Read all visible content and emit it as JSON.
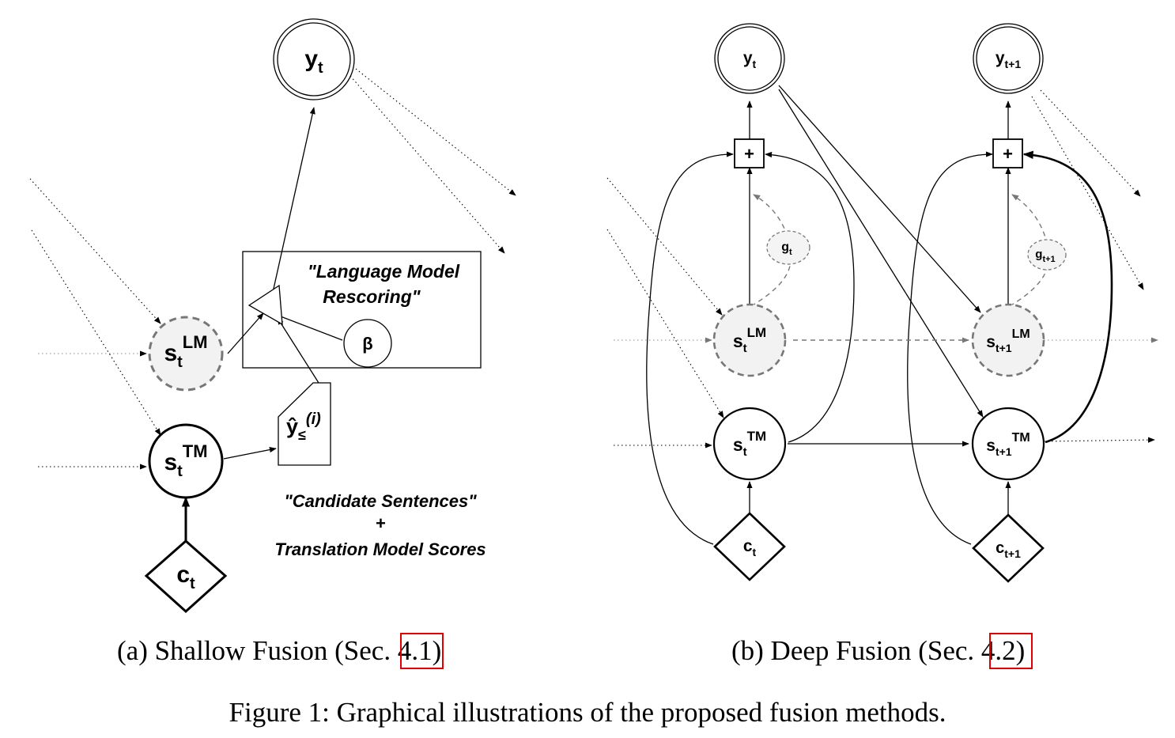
{
  "panel_a": {
    "node_y": {
      "main": "y",
      "sub": "t"
    },
    "node_slm": {
      "main": "s",
      "sub": "t",
      "sup": "LM"
    },
    "node_stm": {
      "main": "s",
      "sub": "t",
      "sup": "TM"
    },
    "node_c": {
      "main": "c",
      "sub": "t"
    },
    "node_beta": "β",
    "candidate_doc": {
      "main": "ŷ",
      "sub": "≤",
      "sup": "(i)"
    },
    "lm_note_line1": "\"Language Model",
    "lm_note_line2": "Rescoring\"",
    "cand_note_line1": "\"Candidate Sentences\"",
    "cand_note_line2": "+",
    "cand_note_line3": "Translation Model Scores",
    "caption_prefix": "(a) Shallow Fusion (Sec. ",
    "caption_ref": "4.1",
    "caption_suffix": ")"
  },
  "panel_b": {
    "node_yt": {
      "main": "y",
      "sub": "t"
    },
    "node_yt1": {
      "main": "y",
      "sub": "t+1"
    },
    "plus_t": "+",
    "plus_t1": "+",
    "gate_t": {
      "main": "g",
      "sub": "t"
    },
    "gate_t1": {
      "main": "g",
      "sub": "t+1"
    },
    "node_slm_t": {
      "main": "s",
      "sub": "t",
      "sup": "LM"
    },
    "node_slm_t1": {
      "main": "s",
      "sub": "t+1",
      "sup": "LM"
    },
    "node_stm_t": {
      "main": "s",
      "sub": "t",
      "sup": "TM"
    },
    "node_stm_t1": {
      "main": "s",
      "sub": "t+1",
      "sup": "TM"
    },
    "node_c_t": {
      "main": "c",
      "sub": "t"
    },
    "node_c_t1": {
      "main": "c",
      "sub": "t+1"
    },
    "caption_prefix": "(b) Deep Fusion (Sec. ",
    "caption_ref": "4.2",
    "caption_suffix": ")"
  },
  "figure_caption": "Figure 1: Graphical illustrations of the proposed fusion methods.",
  "colors": {
    "ink": "#000000",
    "lm_fill": "#f2f2f2",
    "lm_stroke": "#777777",
    "ref_box": "#e00000"
  }
}
